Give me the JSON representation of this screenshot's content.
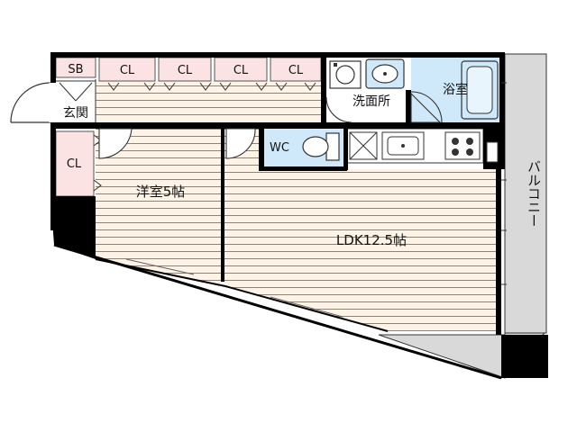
{
  "labels": {
    "sb": "SB",
    "cl_top_1": "CL",
    "cl_top_2": "CL",
    "cl_top_3": "CL",
    "cl_top_4": "CL",
    "entrance": "玄関",
    "washroom": "洗面所",
    "bathroom": "浴室",
    "wc": "WC",
    "cl_left": "CL",
    "western_room": "洋室5帖",
    "ldk": "LDK12.5帖",
    "balcony": "バルコニー"
  },
  "colors": {
    "wall": "#000000",
    "floor": "#fdf3e7",
    "floor_lines": "#a07040",
    "closet": "#fbe3e3",
    "wet_area": "#cfe9fb",
    "balcony": "#d9d9d9"
  },
  "icons": {
    "toilet": "toilet-icon",
    "sink": "sink-icon",
    "washer": "washing-machine-icon",
    "bathtub": "bathtub-icon",
    "stove": "stove-icon",
    "kitchen_sink": "kitchen-sink-icon"
  }
}
